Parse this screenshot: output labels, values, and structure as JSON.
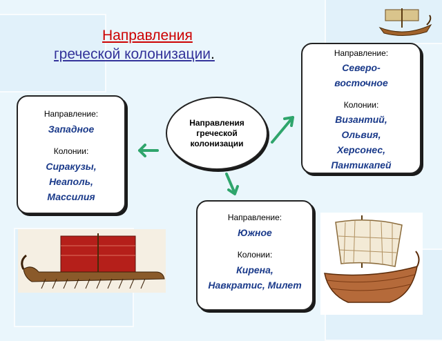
{
  "title": {
    "line1": "Направления ",
    "line2": "греческой колонизации",
    "end": "."
  },
  "center": {
    "line1": "Направления",
    "line2": "греческой",
    "line3": "колонизации"
  },
  "cards": {
    "west": {
      "direction_label": "Направление:",
      "direction": "Западное",
      "colonies_label": "Колонии:",
      "colonies": [
        "Сиракузы,",
        "Неаполь,",
        "Массилия"
      ]
    },
    "northeast": {
      "direction_label": "Направление:",
      "direction": [
        "Северо-",
        "восточное"
      ],
      "colonies_label": "Колонии:",
      "colonies": [
        "Византий,",
        "Ольвия,",
        "Херсонес,",
        "Пантикапей"
      ]
    },
    "south": {
      "direction_label": "Направление:",
      "direction": "Южное",
      "colonies_label": "Колонии:",
      "colonies": [
        "Кирена,",
        "Навкратис, Милет"
      ]
    }
  },
  "colors": {
    "arrow": "#2fa56c",
    "title_red": "#cc0000",
    "title_blue": "#33339a",
    "value_text": "#1a3a8a"
  },
  "images": [
    "small-ship-image",
    "red-sail-galley-image",
    "cargo-ship-image"
  ]
}
